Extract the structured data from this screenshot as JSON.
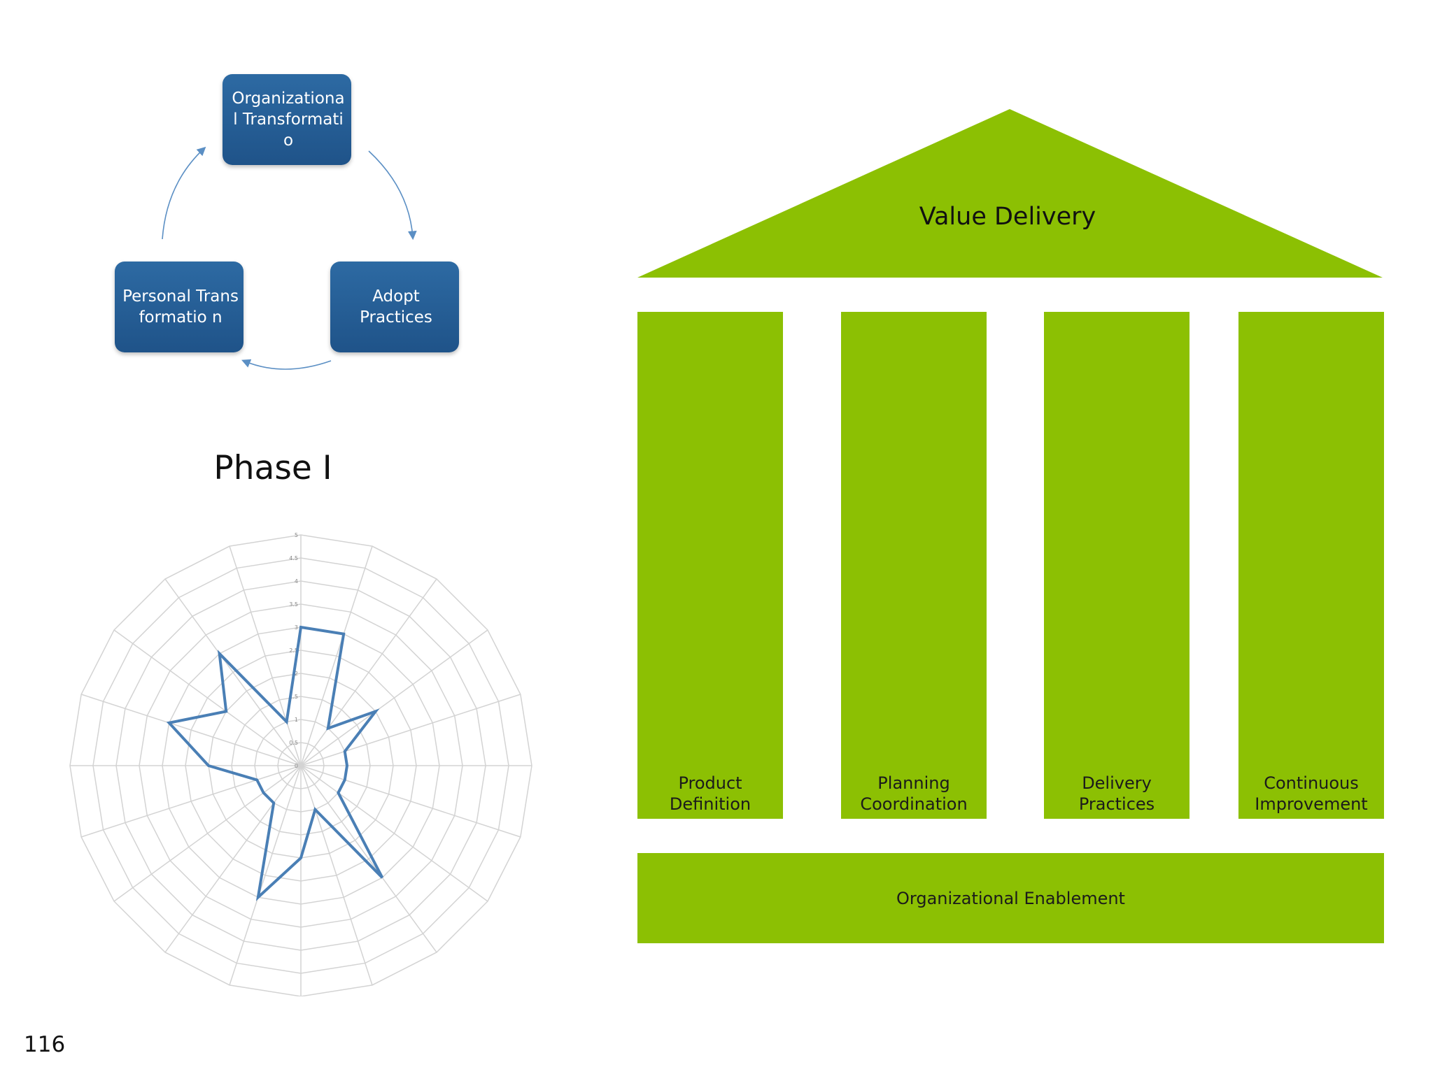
{
  "cycle": {
    "nodes": [
      {
        "label": "Organizational Transformation",
        "shown": "Organizationa l Transformatio"
      },
      {
        "label": "Adopt Practices"
      },
      {
        "label": "Personal Transformation",
        "shown": "Personal Transformatio n"
      }
    ]
  },
  "phase_title": "Phase I",
  "chart_data": {
    "type": "radar",
    "axis_ticks": [
      "0",
      "0.5",
      "1",
      "1.5",
      "2",
      "2.5",
      "3",
      "3.5",
      "4",
      "4.5",
      "5"
    ],
    "rmax": 5,
    "spokes": 20,
    "values": [
      3,
      3,
      1,
      2,
      1,
      1,
      1,
      1,
      3,
      1,
      2,
      3,
      1,
      1,
      1,
      2,
      3,
      2,
      3,
      1
    ],
    "series_color": "#4a7fb5",
    "grid_color": "#d3d3d3"
  },
  "temple": {
    "roof": "Value Delivery",
    "pillars": [
      "Product\nDefinition",
      "Planning\nCoordination",
      "Delivery\nPractices",
      "Continuous\nImprovement"
    ],
    "foundation": "Organizational Enablement",
    "color": "#8cc003"
  },
  "page_number": "116"
}
